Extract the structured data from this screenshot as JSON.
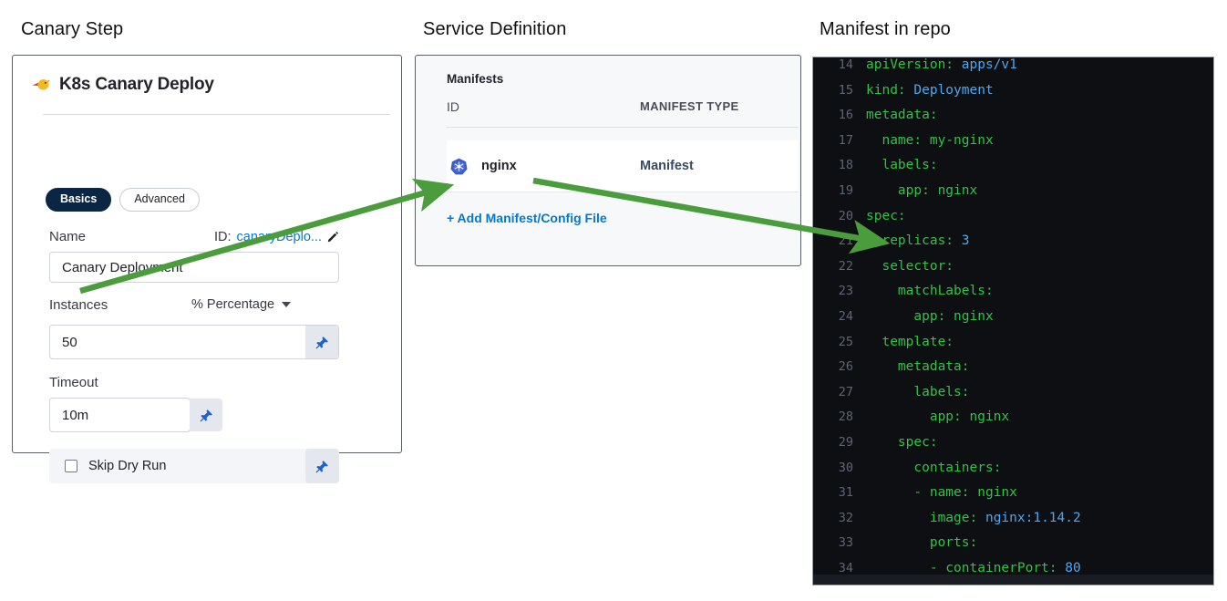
{
  "captions": {
    "canary_step": "Canary Step",
    "service_definition": "Service Definition",
    "manifest_in_repo": "Manifest in repo"
  },
  "colors": {
    "accent_blue": "#0278d5",
    "pill_active_bg": "#0b2644",
    "arrow_green": "#4a9c3c",
    "code_bg": "#0d0f13",
    "code_key_green": "#35c046",
    "code_value_blue": "#4fa7ef",
    "k8s_blue": "#3a5ccc",
    "bird_yellow": "#f5b91e",
    "bird_red": "#e8392b"
  },
  "canary_panel": {
    "icon": "canary-bird-icon",
    "title": "K8s Canary Deploy",
    "tabs": [
      {
        "label": "Basics",
        "active": true
      },
      {
        "label": "Advanced",
        "active": false
      }
    ],
    "name_field": {
      "label": "Name",
      "id_prefix": "ID:",
      "id_value": "canaryDeplo...",
      "edit_icon": "pencil-icon",
      "value": "Canary Deployment",
      "placeholder": "Name"
    },
    "instances_field": {
      "label": "Instances",
      "unit_select": "% Percentage",
      "unit_caret": "chevron-down-icon",
      "value": "50",
      "placeholder": "Instances",
      "pin_icon": "pin-icon"
    },
    "timeout_field": {
      "label": "Timeout",
      "value": "10m",
      "placeholder": "Timeout",
      "pin_icon": "pin-icon"
    },
    "skip_dry_run": {
      "label": "Skip Dry Run",
      "checked": false,
      "pin_icon": "pin-icon"
    }
  },
  "service_panel": {
    "section_title": "Manifests",
    "columns": [
      "ID",
      "MANIFEST TYPE"
    ],
    "rows": [
      {
        "icon": "kubernetes-icon",
        "id": "nginx",
        "manifest_type": "Manifest"
      }
    ],
    "add_link": "+ Add Manifest/Config File"
  },
  "code_panel": {
    "language": "yaml",
    "first_line_number": 14,
    "lines": [
      {
        "n": "14",
        "indent": 0,
        "key": "apiVersion:",
        "value": "apps/v1"
      },
      {
        "n": "15",
        "indent": 0,
        "key": "kind:",
        "value": "Deployment"
      },
      {
        "n": "16",
        "indent": 0,
        "key": "metadata:",
        "value": ""
      },
      {
        "n": "17",
        "indent": 1,
        "key": "name:",
        "value": "my-nginx",
        "value_plain": true
      },
      {
        "n": "18",
        "indent": 1,
        "key": "labels:",
        "value": ""
      },
      {
        "n": "19",
        "indent": 2,
        "key": "app:",
        "value": "nginx",
        "value_plain": true
      },
      {
        "n": "20",
        "indent": 0,
        "key": "spec:",
        "value": ""
      },
      {
        "n": "21",
        "indent": 1,
        "key": "replicas:",
        "value": "3"
      },
      {
        "n": "22",
        "indent": 1,
        "key": "selector:",
        "value": ""
      },
      {
        "n": "23",
        "indent": 2,
        "key": "matchLabels:",
        "value": ""
      },
      {
        "n": "24",
        "indent": 3,
        "key": "app:",
        "value": "nginx",
        "value_plain": true
      },
      {
        "n": "25",
        "indent": 1,
        "key": "template:",
        "value": ""
      },
      {
        "n": "26",
        "indent": 2,
        "key": "metadata:",
        "value": ""
      },
      {
        "n": "27",
        "indent": 3,
        "key": "labels:",
        "value": ""
      },
      {
        "n": "28",
        "indent": 4,
        "key": "app:",
        "value": "nginx",
        "value_plain": true
      },
      {
        "n": "29",
        "indent": 2,
        "key": "spec:",
        "value": ""
      },
      {
        "n": "30",
        "indent": 3,
        "key": "containers:",
        "value": ""
      },
      {
        "n": "31",
        "indent": 3,
        "key": "- name:",
        "value": "nginx",
        "value_plain": true
      },
      {
        "n": "32",
        "indent": 4,
        "key": "image:",
        "value": "nginx:1.14.2"
      },
      {
        "n": "33",
        "indent": 4,
        "key": "ports:",
        "value": ""
      },
      {
        "n": "34",
        "indent": 4,
        "key": "- containerPort:",
        "value": "80"
      }
    ]
  },
  "annotations": {
    "arrows": [
      {
        "name": "arrow-instances-to-manifest",
        "from": "instances value 50",
        "to": "nginx manifest row"
      },
      {
        "name": "arrow-manifest-to-replicas",
        "from": "nginx manifest row",
        "to": "replicas: 3 line"
      }
    ]
  }
}
